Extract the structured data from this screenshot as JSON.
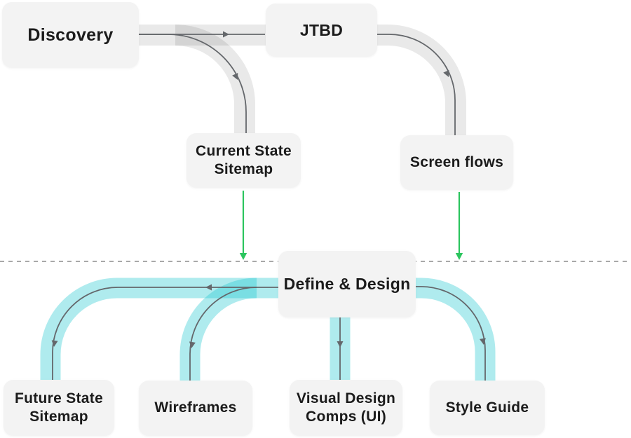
{
  "colors": {
    "box_bg": "#f3f3f3",
    "text": "#1b1b1b",
    "pipe_gray": "rgba(0,0,0,0.085)",
    "pipe_cyan": "rgba(20,195,205,0.34)",
    "flow_line": "#64676b",
    "green_arrow": "#2bc55e",
    "divider": "#a9a9a9"
  },
  "nodes": {
    "discovery": {
      "lines": [
        "Discovery"
      ]
    },
    "jtbd": {
      "lines": [
        "JTBD"
      ]
    },
    "current_state_sitemap": {
      "lines": [
        "Current State",
        "Sitemap"
      ]
    },
    "screen_flows": {
      "lines": [
        "Screen flows"
      ]
    },
    "define_design": {
      "lines": [
        "Define & Design"
      ]
    },
    "future_state_sitemap": {
      "lines": [
        "Future State",
        "Sitemap"
      ]
    },
    "wireframes": {
      "lines": [
        "Wireframes"
      ]
    },
    "visual_design_comps": {
      "lines": [
        "Visual Design",
        "Comps (UI)"
      ]
    },
    "style_guide": {
      "lines": [
        "Style Guide"
      ]
    }
  },
  "edges": [
    {
      "from": "Discovery",
      "to": "JTBD",
      "style": "gray-pipe"
    },
    {
      "from": "Discovery",
      "to": "Current State Sitemap",
      "style": "gray-pipe"
    },
    {
      "from": "JTBD",
      "to": "Screen flows",
      "style": "gray-pipe"
    },
    {
      "from": "Current State Sitemap",
      "to": "Define & Design",
      "style": "green-arrow"
    },
    {
      "from": "Screen flows",
      "to": "Define & Design",
      "style": "green-arrow"
    },
    {
      "from": "Define & Design",
      "to": "Future State Sitemap",
      "style": "cyan-pipe"
    },
    {
      "from": "Define & Design",
      "to": "Wireframes",
      "style": "cyan-pipe"
    },
    {
      "from": "Define & Design",
      "to": "Visual Design Comps (UI)",
      "style": "cyan-pipe"
    },
    {
      "from": "Define & Design",
      "to": "Style Guide",
      "style": "cyan-pipe"
    }
  ]
}
